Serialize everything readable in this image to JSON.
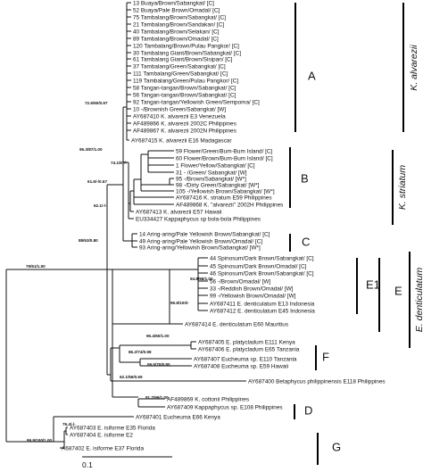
{
  "tree": {
    "leaves": [
      {
        "text": "13 Buaya/Brown/Sabangkat/ [C]"
      },
      {
        "text": "52 Buaya/Pale Brown/Omadal/ [C]"
      },
      {
        "text": "75 Tambalang/Brown/Sabangkat/ [C]"
      },
      {
        "text": "21 Tambalang/Brown/Sandakan/ [C]"
      },
      {
        "text": "40 Tambalang/Brown/Selakan/ [C]"
      },
      {
        "text": "89 Tambalang/Brown/Omadal/ [C]"
      },
      {
        "text": "120 Tambalang/Brown/Pulau Pangkor/ [C]"
      },
      {
        "text": "30 Tambalang Giant/Brown/Sabangkat/ [C]"
      },
      {
        "text": "61 Tambalang Giant/Brown/Sisipan/ [C]"
      },
      {
        "text": "37 Tambalang/Green/Sabangkat/ [C]"
      },
      {
        "text": "111 Tambalang/Green/Sabangkat/ [C]"
      },
      {
        "text": "119 Tambalang/Green/Pulau Pangkor/ [C]"
      },
      {
        "text": "58 Tangan-tangan/Brown/Sabangkat/ [C]"
      },
      {
        "text": "56 Tangan-tangan/Brown/Sabangkat/ [C]"
      },
      {
        "text": "92 Tangan-tangan/Yellowish Green/Sempoma/ [C]"
      },
      {
        "text": "10 -/Brownish Green/Sabangkat/ [W]"
      },
      {
        "text": "AY687410 K. alvarezii E3 Venezuela"
      },
      {
        "text": "AF489866 K. alvarezii 2002C Philippines"
      },
      {
        "text": "AF489867 K. alvarezii 2002N Philippines"
      },
      {
        "text": "AY687415 K. alvarezii E16 Madagascar"
      },
      {
        "text": "59 Flower/Green/Bum-Bum Island/ [C]"
      },
      {
        "text": "60 Flower/Brown/Bum-Bum Island/ [C]"
      },
      {
        "text": "1 Flower/Yellow/Sabangkat/ [C]"
      },
      {
        "text": "31 - /Green/ Sabangkat/ [W]"
      },
      {
        "text": "95 -/Brown/Sabangkat/ [W*]"
      },
      {
        "text": "98 -/Dirty Green/Sabangkat/ [W*]"
      },
      {
        "text": "105 -/Yellowish Brown/Sabangkat/ [W*]"
      },
      {
        "text": "AY687416 K. striatum E59 Philippines"
      },
      {
        "text": "AF489868 K. \"alvarezii\" 2002H Philippines"
      },
      {
        "text": "AY687413 K. alvarezii E57 Hawaii"
      },
      {
        "text": "EU334427 Kappaphycus sp bola-bola Philippines"
      },
      {
        "text": "14 Aring-aring/Pale Yellowish Brown/Sabangkat/ [C]"
      },
      {
        "text": "49 Aring-aring/Pale Yellowish Brown/Omadal/ [C]"
      },
      {
        "text": "93 Aring-aring/Yellowish Brown/Sabangkat/ [W*]"
      },
      {
        "text": "44 Spinosum/Dark Brown/Sabangkat/ [C]"
      },
      {
        "text": "45 Spinosum/Dark Brown/Omadal/ [C]"
      },
      {
        "text": "46 Spinosum/Dark Brown/Sabangkat/ [C]"
      },
      {
        "text": "56 -/Brown/Omadal/ [W]"
      },
      {
        "text": "33 -/Reddish Brown/Omadal/ [W]"
      },
      {
        "text": "99 -/Yellowish Brown/Omadal/ [W]"
      },
      {
        "text": "AY687411 E. denticulatum E13 Indonesia"
      },
      {
        "text": "AY687412 E. denticulatum E45 Indonesia"
      },
      {
        "text": "AY687414 E. denticulatum E60 Mauritius"
      },
      {
        "text": "AY687405 E. platycladum E111 Kenya"
      },
      {
        "text": "AY687406 E. platycladum E65 Tanzania"
      },
      {
        "text": "AY687407 Eucheuma sp. E110 Tanzania"
      },
      {
        "text": "AY687408 Eucheuma sp. E59 Hawaii"
      },
      {
        "text": "AY687400 Betaphycus philippinensis E118 Philippines"
      },
      {
        "text": "AF489869 K. cottonii Philippines"
      },
      {
        "text": "AY687409 Kappaphycus sp. E108 Philippines"
      },
      {
        "text": "AY687401 Eucheuma E66 Kenya"
      },
      {
        "text": "AY687403 E. isiforme E35 Florida"
      },
      {
        "text": "AY687404 E. isiforme E2"
      },
      {
        "text": "A687402 E. isiforme E37 Florida"
      }
    ],
    "supports": [
      {
        "text": "72.6/60/0.97"
      },
      {
        "text": "95.3/87/1.00"
      },
      {
        "text": "74.1/87/-"
      },
      {
        "text": "61.6/-/0.67"
      },
      {
        "text": "62.1/-/-"
      },
      {
        "text": "88/63/0.80"
      },
      {
        "text": "79/61/1.00"
      },
      {
        "text": "94.8/88/1.00"
      },
      {
        "text": "99.8/100/-"
      },
      {
        "text": "96.4/60/1.00"
      },
      {
        "text": "86.2/74/0.98"
      },
      {
        "text": "59.5/70/0.80"
      },
      {
        "text": "62.1/56/0.69"
      },
      {
        "text": "91.7/99/1.00"
      },
      {
        "text": "76.4/-/-"
      },
      {
        "text": "99.9/100/1.00"
      }
    ],
    "groups": [
      {
        "label": "A"
      },
      {
        "label": "B"
      },
      {
        "label": "C"
      },
      {
        "label": "E1"
      },
      {
        "label": "E"
      },
      {
        "label": "F"
      },
      {
        "label": "D"
      },
      {
        "label": "G"
      }
    ],
    "species": [
      {
        "label": "K. alvarezii"
      },
      {
        "label": "K. striatum"
      },
      {
        "label": "E. denticulatum"
      }
    ],
    "scale_label": "0.1"
  }
}
